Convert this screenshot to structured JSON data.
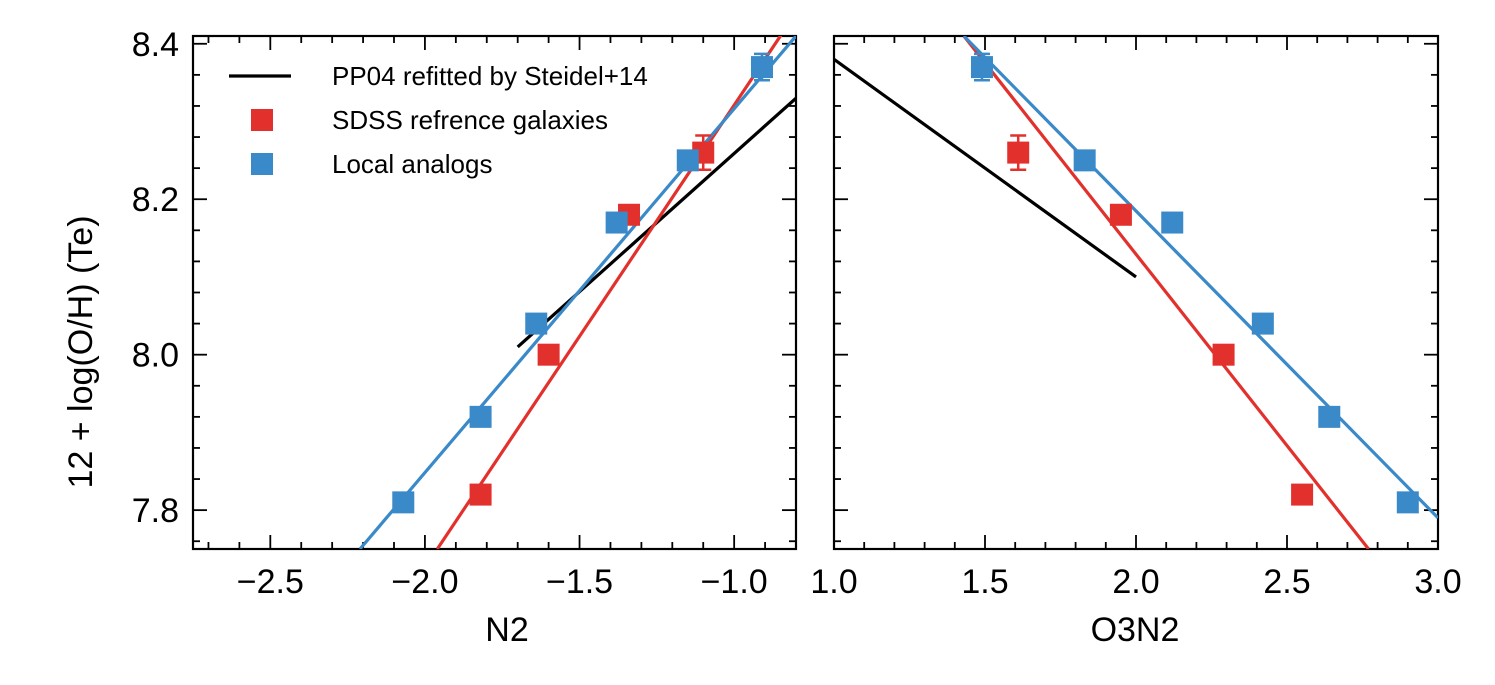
{
  "colors": {
    "pp04": "#000000",
    "sdss": "#e2312c",
    "local": "#3a89c9"
  },
  "chart_data": [
    {
      "type": "scatter",
      "xlabel": "N2",
      "ylabel": "12 + log(O/H) (Te)",
      "xlim": [
        -2.75,
        -0.8
      ],
      "ylim": [
        7.75,
        8.41
      ],
      "xticks": [
        -2.5,
        -2.0,
        -1.5,
        -1.0
      ],
      "xtick_labels": [
        "−2.5",
        "−2.0",
        "−1.5",
        "−1.0"
      ],
      "yticks": [
        7.8,
        8.0,
        8.2,
        8.4
      ],
      "ytick_labels": [
        "7.8",
        "8.0",
        "8.2",
        "8.4"
      ],
      "legend": {
        "placement": "top-left",
        "entries": [
          {
            "label": "PP04 refitted by Steidel+14",
            "series": "pp04",
            "marker": "line"
          },
          {
            "label": "SDSS refrence galaxies",
            "series": "sdss",
            "marker": "square"
          },
          {
            "label": "Local analogs",
            "series": "local",
            "marker": "square"
          }
        ]
      },
      "series": [
        {
          "key": "sdss",
          "points": [
            {
              "x": -1.82,
              "y": 7.82
            },
            {
              "x": -1.6,
              "y": 8.0
            },
            {
              "x": -1.34,
              "y": 8.18
            },
            {
              "x": -1.1,
              "y": 8.26,
              "err": 0.022
            }
          ],
          "fit": [
            {
              "x": -1.96,
              "y": 7.75
            },
            {
              "x": -0.8,
              "y": 8.44
            }
          ]
        },
        {
          "key": "local",
          "points": [
            {
              "x": -2.07,
              "y": 7.81
            },
            {
              "x": -1.82,
              "y": 7.92
            },
            {
              "x": -1.64,
              "y": 8.04
            },
            {
              "x": -1.38,
              "y": 8.17
            },
            {
              "x": -1.15,
              "y": 8.25
            },
            {
              "x": -0.91,
              "y": 8.37,
              "err": 0.017
            }
          ],
          "fit": [
            {
              "x": -2.21,
              "y": 7.75
            },
            {
              "x": -0.8,
              "y": 8.41
            }
          ]
        },
        {
          "key": "pp04",
          "points": [],
          "fit": [
            {
              "x": -1.7,
              "y": 8.01
            },
            {
              "x": -0.8,
              "y": 8.33
            }
          ]
        }
      ]
    },
    {
      "type": "scatter",
      "xlabel": "O3N2",
      "ylabel": "",
      "xlim": [
        1.0,
        3.0
      ],
      "ylim": [
        7.75,
        8.41
      ],
      "xticks": [
        1.0,
        1.5,
        2.0,
        2.5,
        3.0
      ],
      "xtick_labels": [
        "1.0",
        "1.5",
        "2.0",
        "2.5",
        "3.0"
      ],
      "yticks": [
        7.8,
        8.0,
        8.2,
        8.4
      ],
      "ytick_labels": [],
      "series": [
        {
          "key": "sdss",
          "points": [
            {
              "x": 1.61,
              "y": 8.26,
              "err": 0.022
            },
            {
              "x": 1.95,
              "y": 8.18
            },
            {
              "x": 2.29,
              "y": 8.0
            },
            {
              "x": 2.55,
              "y": 7.82
            }
          ],
          "fit": [
            {
              "x": 1.43,
              "y": 8.41
            },
            {
              "x": 2.77,
              "y": 7.75
            }
          ]
        },
        {
          "key": "local",
          "points": [
            {
              "x": 1.49,
              "y": 8.37,
              "err": 0.017
            },
            {
              "x": 1.83,
              "y": 8.25
            },
            {
              "x": 2.12,
              "y": 8.17
            },
            {
              "x": 2.42,
              "y": 8.04
            },
            {
              "x": 2.64,
              "y": 7.92
            },
            {
              "x": 2.9,
              "y": 7.81
            }
          ],
          "fit": [
            {
              "x": 1.43,
              "y": 8.41
            },
            {
              "x": 3.0,
              "y": 7.79
            }
          ]
        },
        {
          "key": "pp04",
          "points": [],
          "fit": [
            {
              "x": 1.0,
              "y": 8.38
            },
            {
              "x": 2.0,
              "y": 8.1
            }
          ]
        }
      ]
    }
  ]
}
